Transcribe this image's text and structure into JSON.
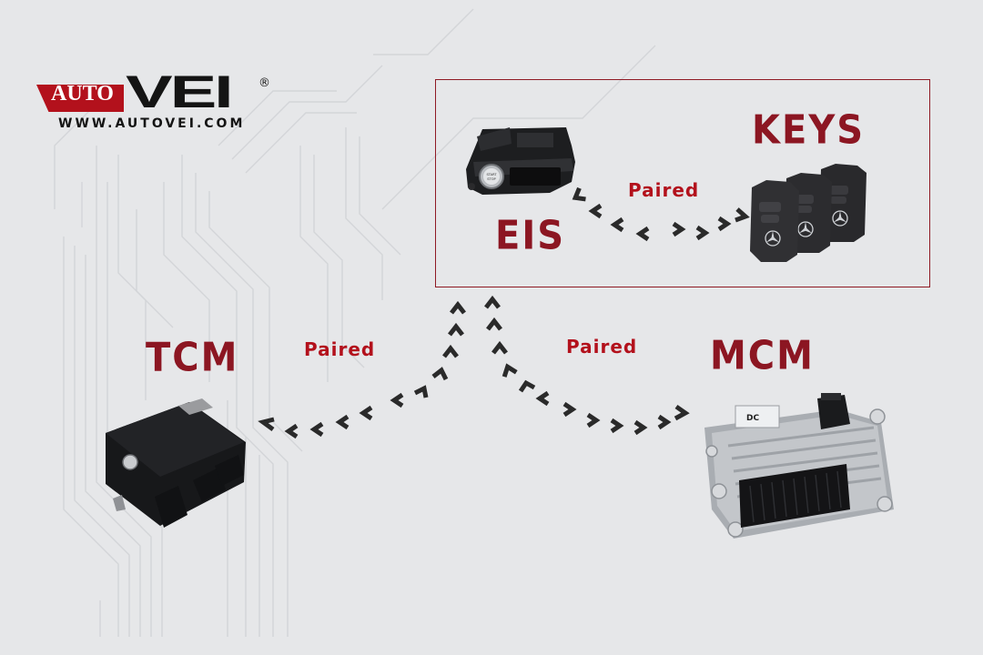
{
  "brand": {
    "logo_auto": "AUTO",
    "logo_vei": "VEI",
    "registered": "®",
    "website": "WWW.AUTOVEI.COM",
    "accent_color": "#b3111c",
    "label_color": "#8c1622"
  },
  "modules": {
    "keys": "KEYS",
    "eis": "EIS",
    "tcm": "TCM",
    "mcm": "MCM"
  },
  "links": {
    "eis_keys": "Paired",
    "eis_tcm": "Paired",
    "eis_mcm": "Paired"
  },
  "icons": {
    "eis_start_button": "START STOP",
    "key_logo": "mercedes-star-icon",
    "mcm_tag": "DC"
  }
}
